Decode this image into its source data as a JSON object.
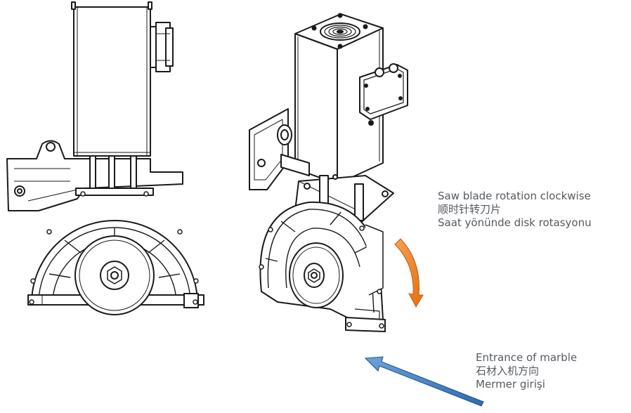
{
  "labels": {
    "rotation": {
      "line1": "Saw blade rotation clockwise",
      "line2": "顺时针转刀片",
      "line3": "Saat yönünde disk rotasyonu"
    },
    "entrance": {
      "line1": "Entrance of marble",
      "line2": "石材入机方向",
      "line3": "Mermer girişi"
    }
  },
  "colors": {
    "rotation_arrow": "#f07e1c",
    "entrance_arrow": "#3f7ec6",
    "line_art": "#1a1a1a",
    "label_text": "#555a60"
  }
}
